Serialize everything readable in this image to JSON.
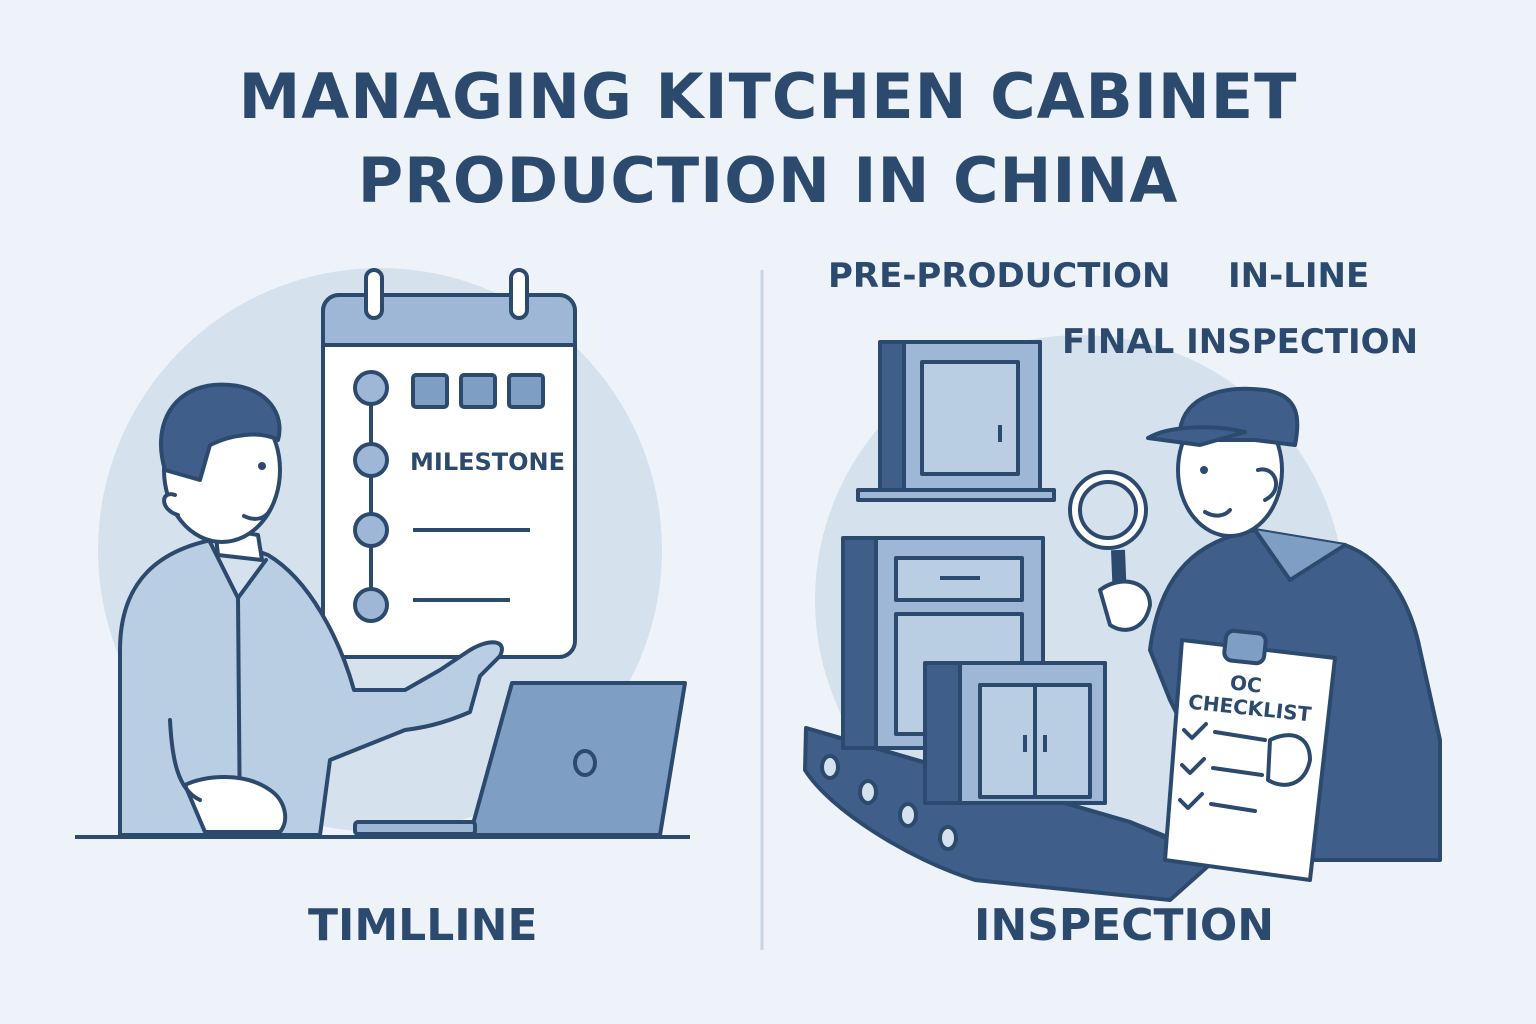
{
  "title": {
    "line1": "MANAGING KITCHEN CABINET",
    "line2": "PRODUCTION IN CHINA"
  },
  "left_panel": {
    "calendar_label": "MILESTONE",
    "caption": "TIMLLINE"
  },
  "right_panel": {
    "stages": [
      "PRE-PRODUCTION",
      "IN-LINE",
      "FINAL INSPECTION"
    ],
    "clipboard_label_line1": "OC",
    "clipboard_label_line2": "CHECKLIST",
    "caption": "INSPECTION"
  },
  "colors": {
    "background": "#eef3f9",
    "circle": "#d6e1ee",
    "ink": "#2c4a6e",
    "light_blue": "#b9cde3",
    "mid_blue": "#7f9ec3",
    "dark_blue": "#3f5f8a"
  }
}
